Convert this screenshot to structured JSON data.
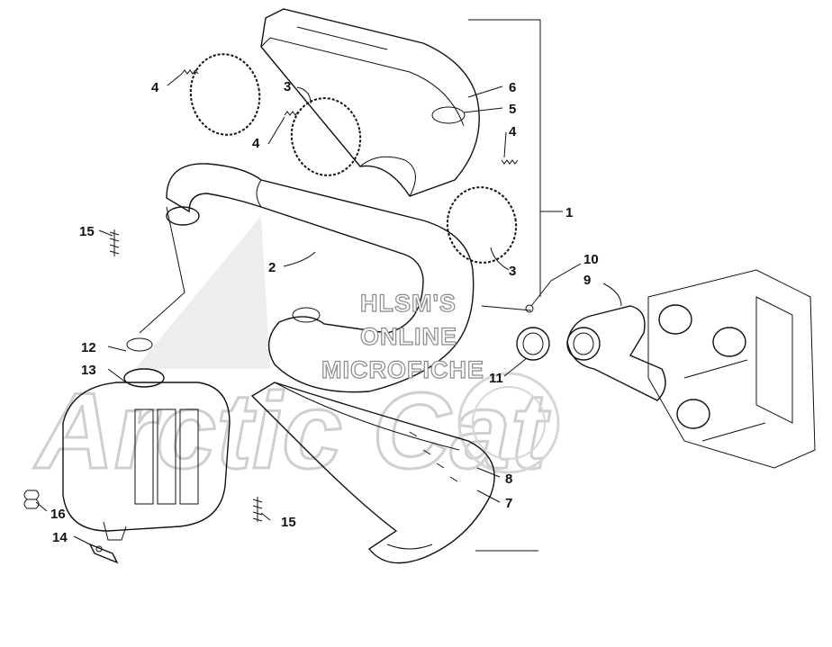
{
  "watermark": {
    "logo_text": "Arctic Cat",
    "lines": [
      "HLSM'S",
      "ONLINE",
      "MICROFICHE"
    ]
  },
  "callouts": [
    {
      "id": "c1",
      "label": "1"
    },
    {
      "id": "c2",
      "label": "2"
    },
    {
      "id": "c3a",
      "label": "3"
    },
    {
      "id": "c3b",
      "label": "3"
    },
    {
      "id": "c4a",
      "label": "4"
    },
    {
      "id": "c4b",
      "label": "4"
    },
    {
      "id": "c4c",
      "label": "4"
    },
    {
      "id": "c5",
      "label": "5"
    },
    {
      "id": "c6",
      "label": "6"
    },
    {
      "id": "c7",
      "label": "7"
    },
    {
      "id": "c8",
      "label": "8"
    },
    {
      "id": "c9",
      "label": "9"
    },
    {
      "id": "c10",
      "label": "10"
    },
    {
      "id": "c11",
      "label": "11"
    },
    {
      "id": "c12",
      "label": "12"
    },
    {
      "id": "c13",
      "label": "13"
    },
    {
      "id": "c14",
      "label": "14"
    },
    {
      "id": "c15a",
      "label": "15"
    },
    {
      "id": "c15b",
      "label": "15"
    },
    {
      "id": "c16",
      "label": "16"
    }
  ]
}
